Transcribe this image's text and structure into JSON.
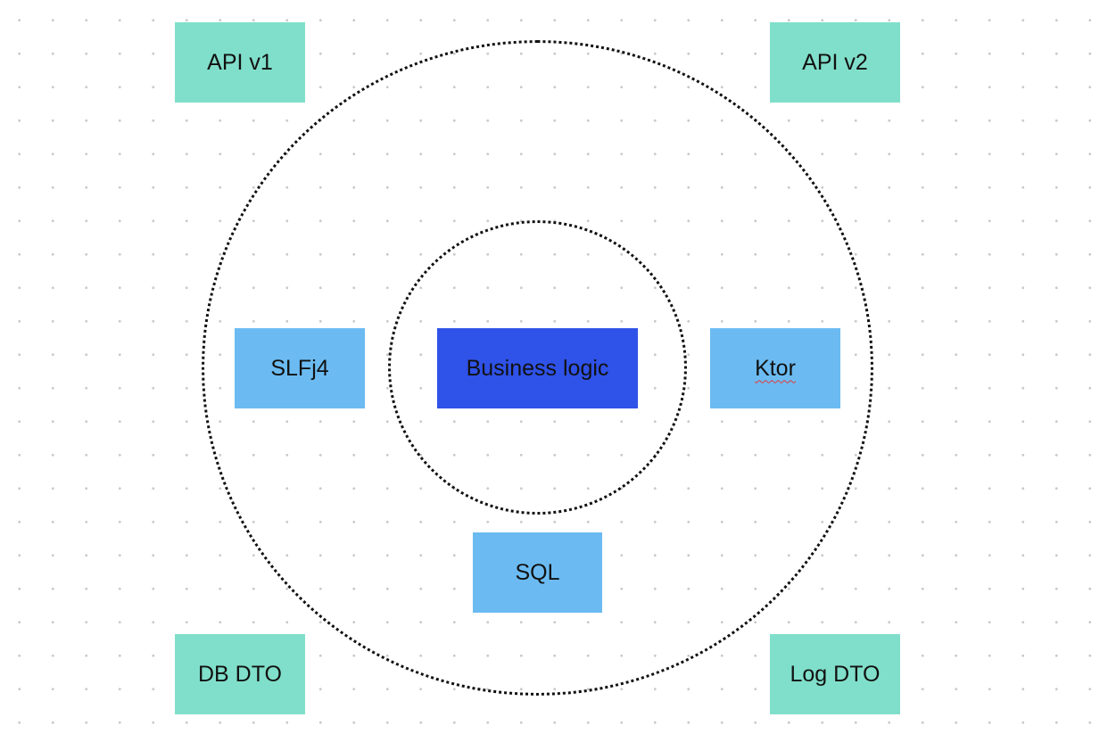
{
  "colors": {
    "background": "#ffffff",
    "grid_dot": "#c9c9c9",
    "ring_stroke": "#111111",
    "dto_fill": "#80dfca",
    "infra_fill": "#6bbbf2",
    "core_fill": "#2f52e8",
    "text": "#111111",
    "spellcheck_underline": "#e03a3a"
  },
  "rings": [
    {
      "name": "outer-ring",
      "style": "dotted"
    },
    {
      "name": "inner-ring",
      "style": "dotted"
    }
  ],
  "nodes": {
    "api_v1": {
      "label": "API v1",
      "kind": "dto"
    },
    "api_v2": {
      "label": "API v2",
      "kind": "dto"
    },
    "db_dto": {
      "label": "DB DTO",
      "kind": "dto"
    },
    "log_dto": {
      "label": "Log DTO",
      "kind": "dto"
    },
    "slf4j": {
      "label": "SLFj4",
      "kind": "infra"
    },
    "ktor": {
      "label": "Ktor",
      "kind": "infra",
      "spellcheck_flagged": true
    },
    "sql": {
      "label": "SQL",
      "kind": "infra"
    },
    "business_logic": {
      "label": "Business logic",
      "kind": "core"
    }
  }
}
